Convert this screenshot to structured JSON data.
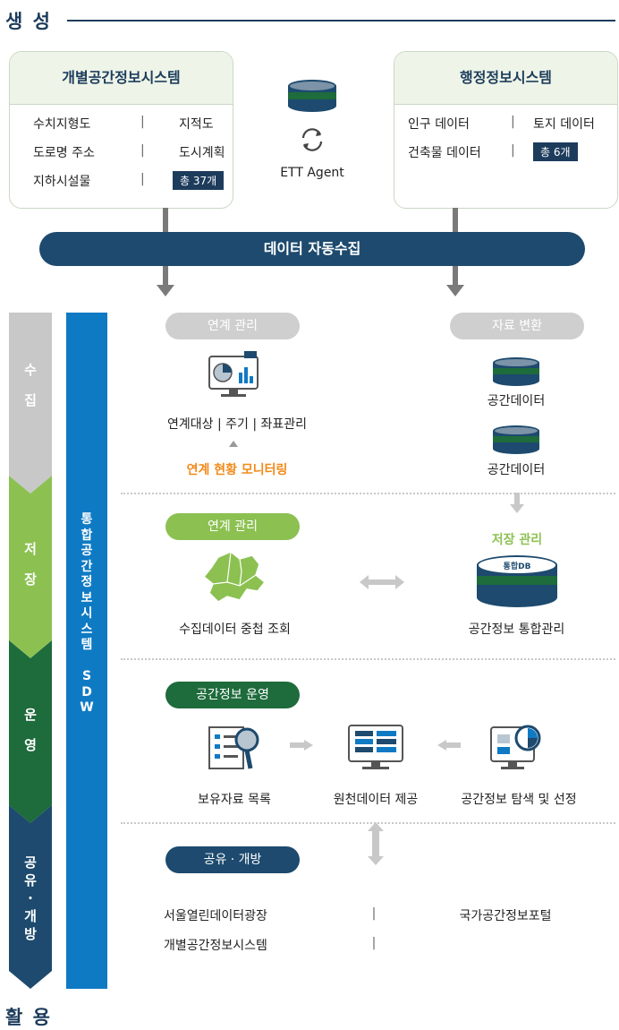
{
  "heading": "생 성",
  "heading_bottom": "활 용",
  "left_system": {
    "title": "개별공간정보시스템",
    "rows": [
      [
        "수치지형도",
        "|",
        "지적도"
      ],
      [
        "도로명 주소",
        "|",
        "도시계획"
      ],
      [
        "지하시설물",
        "|",
        "총 37개"
      ]
    ]
  },
  "right_system": {
    "title": "행정정보시스템",
    "rows": [
      [
        "인구 데이터",
        "|",
        "토지 데이터"
      ],
      [
        "건축물 데이터",
        "|",
        "총 6개"
      ]
    ]
  },
  "agent": "ETT Agent",
  "collect_bar": "데이터 자동수집",
  "side_stages": [
    "수\n\n집",
    "저\n\n장",
    "운\n\n영",
    "공\n유\n·\n개\n방"
  ],
  "sdw_label": "통\n합\n공\n간\n정\n보\n시\n스\n템\n\nS\nD\nW",
  "stage1": {
    "left_pill": "연계 관리",
    "right_pill": "자료 변환",
    "left_items": "연계대상 | 주기 | 좌표관리",
    "monitor": "연계 현황 모니터링",
    "db1": "공간데이터",
    "db2": "공간데이터"
  },
  "stage2": {
    "left_pill": "연계 관리",
    "right_label": "저장 관리",
    "db_label": "통합DB",
    "left_caption": "수집데이터 중첩 조회",
    "right_caption": "공간정보 통합관리"
  },
  "stage3": {
    "pill": "공간정보 운영",
    "items": [
      "보유자료 목록",
      "원천데이터 제공",
      "공간정보 탐색 및 선정"
    ]
  },
  "stage4": {
    "pill": "공유 · 개방",
    "row1_left": "서울열린데이터광장",
    "row1_sep": "|",
    "row1_right": "국가공간정보포털",
    "row2_left": "개별공간정보시스템",
    "row2_sep": "|"
  },
  "colors": {
    "navy": "#1d4a6e",
    "green": "#8cc152",
    "dark_green": "#1e6b3c",
    "gray": "#cfcfcf",
    "orange": "#f28a1a",
    "sdw_blue": "#0f7ac4"
  }
}
